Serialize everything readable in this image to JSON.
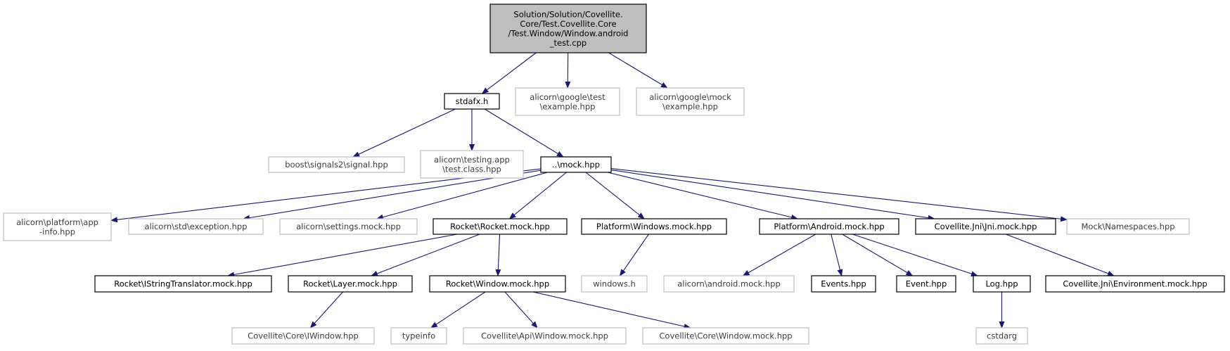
{
  "colors": {
    "edge": "#191970",
    "node_border": "#000000",
    "external_border": "#bfbfbf",
    "root_fill": "#bfbfbf"
  },
  "nodes": {
    "root": {
      "lines": [
        "Solution/Solution/Covellite.",
        "Core/Test.Covellite.Core",
        "/Test.Window/Window.android",
        "_test.cpp"
      ],
      "kind": "root"
    },
    "stdafx": {
      "lines": [
        "stdafx.h"
      ],
      "kind": "internal"
    },
    "google_test": {
      "lines": [
        "alicorn\\google\\test",
        "\\example.hpp"
      ],
      "kind": "external"
    },
    "google_mock": {
      "lines": [
        "alicorn\\google\\mock",
        "\\example.hpp"
      ],
      "kind": "external"
    },
    "boost_signal": {
      "lines": [
        "boost\\signals2\\signal.hpp"
      ],
      "kind": "external"
    },
    "testing_app": {
      "lines": [
        "alicorn\\testing.app",
        "\\test.class.hpp"
      ],
      "kind": "external"
    },
    "mock_hpp": {
      "lines": [
        "..\\mock.hpp"
      ],
      "kind": "internal"
    },
    "platform_app": {
      "lines": [
        "alicorn\\platform\\app",
        "-info.hpp"
      ],
      "kind": "external"
    },
    "std_exception": {
      "lines": [
        "alicorn\\std\\exception.hpp"
      ],
      "kind": "external"
    },
    "settings_mock": {
      "lines": [
        "alicorn\\settings.mock.hpp"
      ],
      "kind": "external"
    },
    "rocket_mock": {
      "lines": [
        "Rocket\\Rocket.mock.hpp"
      ],
      "kind": "internal"
    },
    "platform_windows": {
      "lines": [
        "Platform\\Windows.mock.hpp"
      ],
      "kind": "internal"
    },
    "platform_android": {
      "lines": [
        "Platform\\Android.mock.hpp"
      ],
      "kind": "internal"
    },
    "jni_mock": {
      "lines": [
        "Covellite.Jni\\Jni.mock.hpp"
      ],
      "kind": "internal"
    },
    "mock_namespaces": {
      "lines": [
        "Mock\\Namespaces.hpp"
      ],
      "kind": "external"
    },
    "istring_translator": {
      "lines": [
        "Rocket\\IStringTranslator.mock.hpp"
      ],
      "kind": "internal"
    },
    "rocket_layer": {
      "lines": [
        "Rocket\\Layer.mock.hpp"
      ],
      "kind": "internal"
    },
    "rocket_window": {
      "lines": [
        "Rocket\\Window.mock.hpp"
      ],
      "kind": "internal"
    },
    "windows_h": {
      "lines": [
        "windows.h"
      ],
      "kind": "external"
    },
    "android_mock": {
      "lines": [
        "alicorn\\android.mock.hpp"
      ],
      "kind": "external"
    },
    "events_hpp": {
      "lines": [
        "Events.hpp"
      ],
      "kind": "internal"
    },
    "event_hpp": {
      "lines": [
        "Event.hpp"
      ],
      "kind": "internal"
    },
    "log_hpp": {
      "lines": [
        "Log.hpp"
      ],
      "kind": "internal"
    },
    "jni_environment": {
      "lines": [
        "Covellite.Jni\\Environment.mock.hpp"
      ],
      "kind": "internal"
    },
    "iwindow": {
      "lines": [
        "Covellite\\Core\\IWindow.hpp"
      ],
      "kind": "external"
    },
    "typeinfo": {
      "lines": [
        "typeinfo"
      ],
      "kind": "external"
    },
    "api_window": {
      "lines": [
        "Covellite\\Api\\Window.mock.hpp"
      ],
      "kind": "external"
    },
    "core_window": {
      "lines": [
        "Covellite\\Core\\Window.mock.hpp"
      ],
      "kind": "external"
    },
    "cstdarg": {
      "lines": [
        "cstdarg"
      ],
      "kind": "external"
    }
  },
  "edges": [
    [
      "root",
      "stdafx"
    ],
    [
      "root",
      "google_test"
    ],
    [
      "root",
      "google_mock"
    ],
    [
      "stdafx",
      "boost_signal"
    ],
    [
      "stdafx",
      "testing_app"
    ],
    [
      "stdafx",
      "mock_hpp"
    ],
    [
      "mock_hpp",
      "platform_app"
    ],
    [
      "mock_hpp",
      "std_exception"
    ],
    [
      "mock_hpp",
      "settings_mock"
    ],
    [
      "mock_hpp",
      "rocket_mock"
    ],
    [
      "mock_hpp",
      "platform_windows"
    ],
    [
      "mock_hpp",
      "platform_android"
    ],
    [
      "mock_hpp",
      "jni_mock"
    ],
    [
      "mock_hpp",
      "mock_namespaces"
    ],
    [
      "rocket_mock",
      "istring_translator"
    ],
    [
      "rocket_mock",
      "rocket_layer"
    ],
    [
      "rocket_mock",
      "rocket_window"
    ],
    [
      "platform_windows",
      "windows_h"
    ],
    [
      "platform_android",
      "android_mock"
    ],
    [
      "platform_android",
      "events_hpp"
    ],
    [
      "platform_android",
      "event_hpp"
    ],
    [
      "platform_android",
      "log_hpp"
    ],
    [
      "jni_mock",
      "jni_environment"
    ],
    [
      "rocket_layer",
      "iwindow"
    ],
    [
      "rocket_window",
      "typeinfo"
    ],
    [
      "rocket_window",
      "api_window"
    ],
    [
      "rocket_window",
      "core_window"
    ],
    [
      "log_hpp",
      "cstdarg"
    ]
  ]
}
